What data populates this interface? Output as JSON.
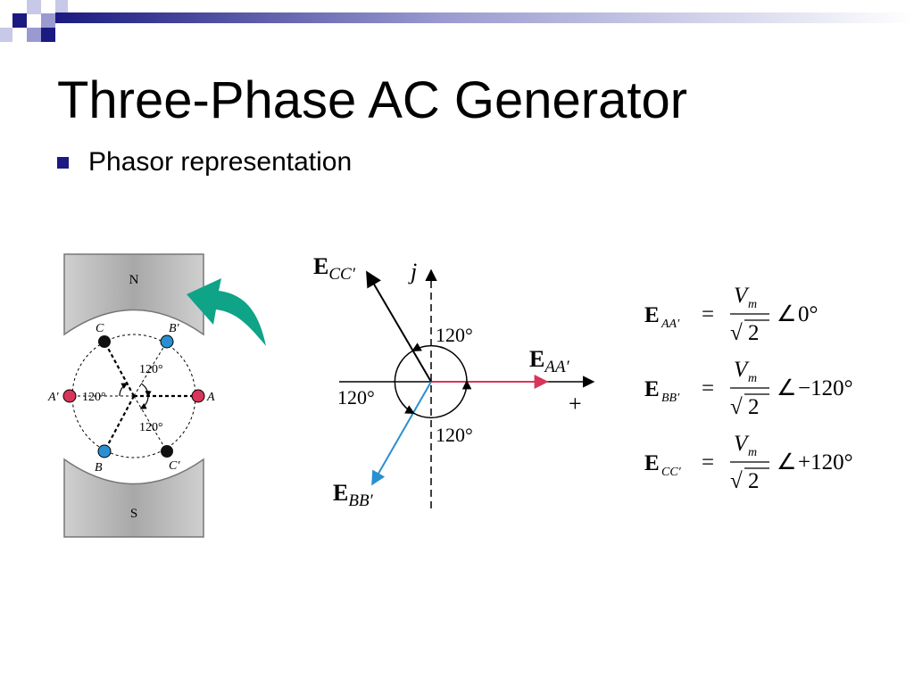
{
  "slide": {
    "title": "Three-Phase AC Generator",
    "bullet": "Phasor representation"
  },
  "colors": {
    "accent_navy": "#1a1a80",
    "accent_lavender": "#9a9ad0",
    "arrow_teal": "#0fa387",
    "phase_a_red": "#d8355a",
    "phase_b_blue": "#2a8fd0",
    "pole_gray": "#b8b8b8"
  },
  "generator": {
    "pole_north": "N",
    "pole_south": "S",
    "angle_top": "120°",
    "angle_left": "120°",
    "angle_bottom": "120°",
    "conductors": {
      "A": "A",
      "A_prime": "A′",
      "B": "B",
      "B_prime": "B′",
      "C": "C",
      "C_prime": "C′"
    }
  },
  "phasor": {
    "axis_j": "j",
    "plus": "+",
    "angle_top": "120°",
    "angle_left": "120°",
    "angle_bottom": "120°",
    "e_aa": {
      "E": "E",
      "sub": "AA′"
    },
    "e_bb": {
      "E": "E",
      "sub": "BB′"
    },
    "e_cc": {
      "E": "E",
      "sub": "CC′"
    }
  },
  "equations": [
    {
      "E": "E",
      "sub": "AA′",
      "equals": "=",
      "numerator": "V",
      "numerator_sub": "m",
      "radical": "√",
      "denominator": "2",
      "angle_symbol": "∠",
      "angle": "0°"
    },
    {
      "E": "E",
      "sub": "BB′",
      "equals": "=",
      "numerator": "V",
      "numerator_sub": "m",
      "radical": "√",
      "denominator": "2",
      "angle_symbol": "∠",
      "angle": "−120°"
    },
    {
      "E": "E",
      "sub": "CC′",
      "equals": "=",
      "numerator": "V",
      "numerator_sub": "m",
      "radical": "√",
      "denominator": "2",
      "angle_symbol": "∠",
      "angle": "+120°"
    }
  ]
}
